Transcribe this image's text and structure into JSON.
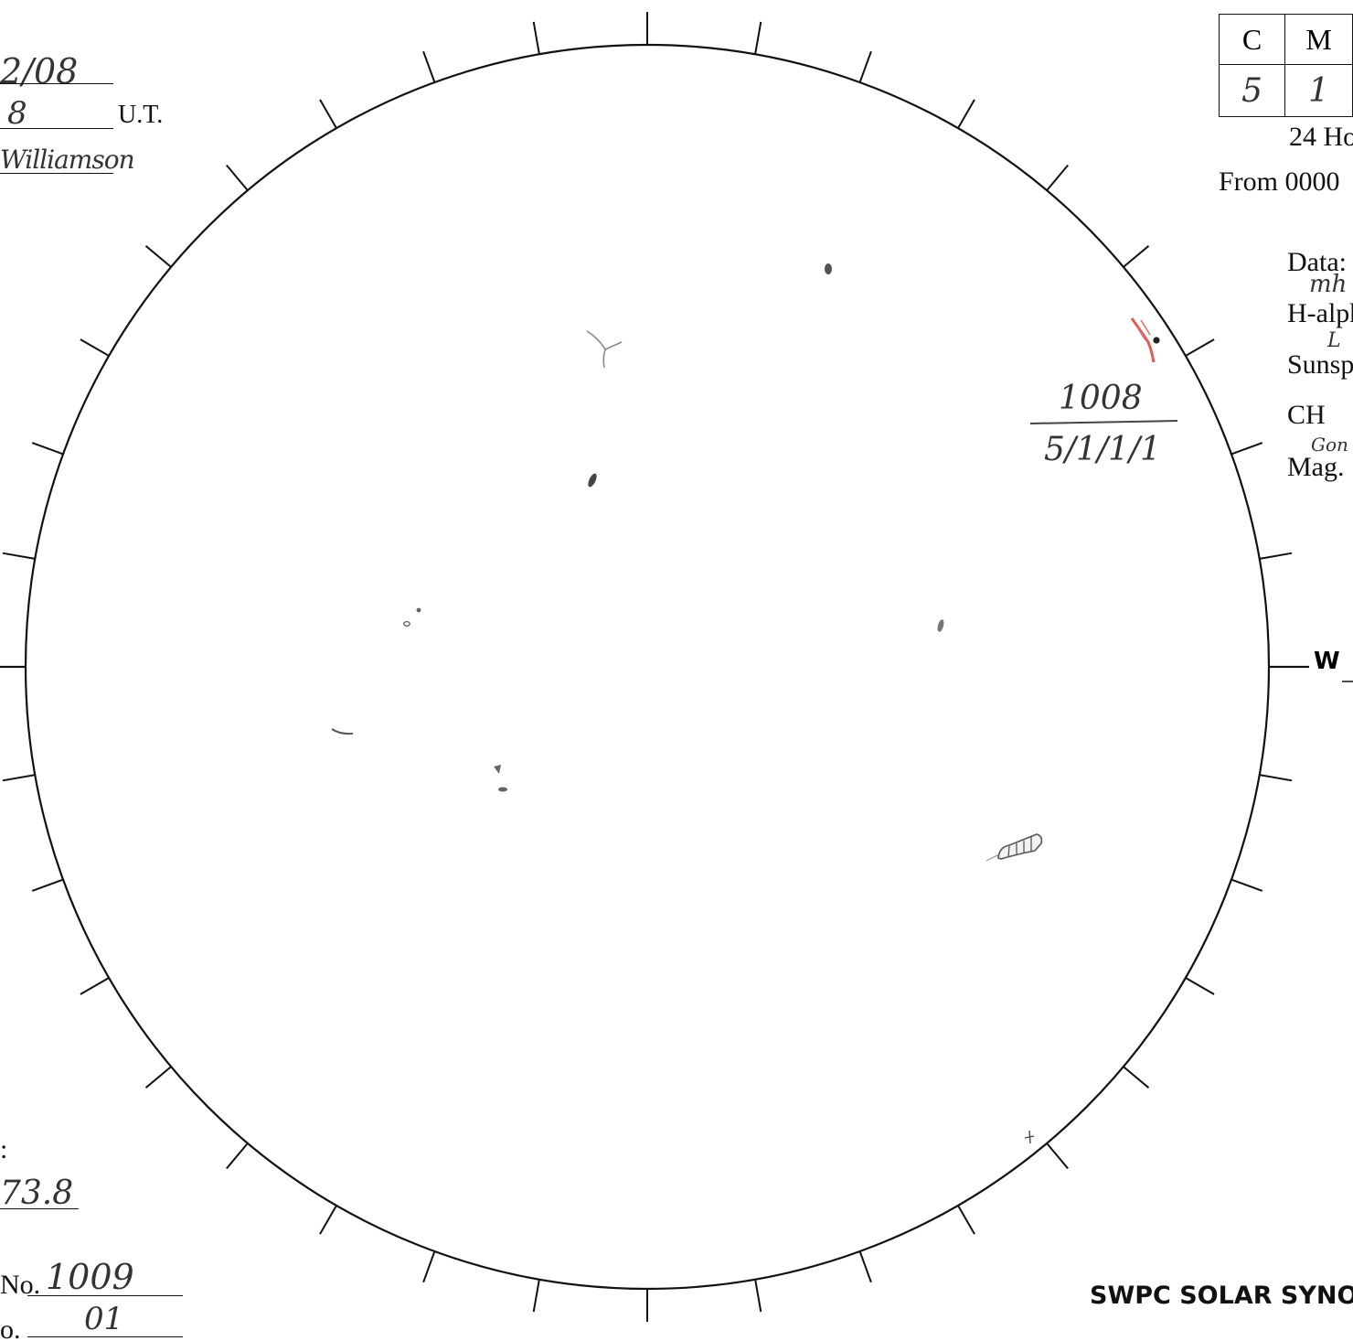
{
  "header": {
    "date_value": "2/08",
    "time_value": "8",
    "time_unit": "U.T.",
    "observer_value": "Williamson"
  },
  "flare_table": {
    "headers": [
      "C",
      "M"
    ],
    "values": [
      "5",
      "1"
    ]
  },
  "period": {
    "line1": "24 Ho",
    "line2": "From 0000"
  },
  "data_sources": {
    "heading": "Data:",
    "halpha_label": "H-alph",
    "halpha_note": "mh",
    "sunspot_label": "Sunsp",
    "sunspot_note": "L",
    "ch_label": "CH",
    "mag_label": "Mag.",
    "mag_note": "Gon"
  },
  "disk": {
    "west_label": "W",
    "region_number": "1008",
    "region_classification": "5/1/1/1"
  },
  "footer_left": {
    "field_colon": ":",
    "field_value": "73.8",
    "no_label": "No.",
    "no_value": "1009",
    "o_label": "o.",
    "o_value": "01"
  },
  "footer_title": "SWPC SOLAR SYNOP"
}
